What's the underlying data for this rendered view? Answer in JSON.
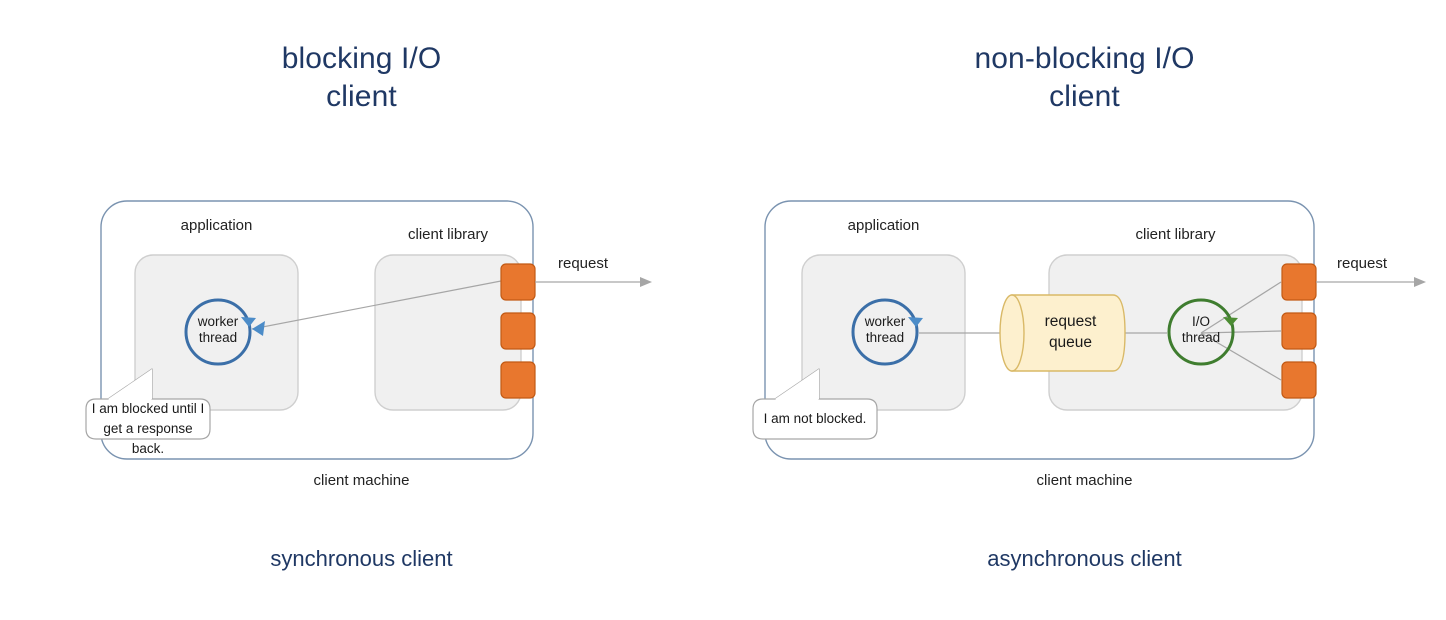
{
  "panels": [
    {
      "id": "blocking",
      "title": "blocking I/O\nclient",
      "caption": "synchronous client",
      "machine_label": "client machine",
      "application_label": "application",
      "library_label": "client library",
      "thread_label": "worker\nthread",
      "thread_color": "#3B6FA8",
      "request_label": "request",
      "callout_text": "I am blocked until I\nget a response back.",
      "queue": null,
      "io_thread": null,
      "sockets": 3,
      "socket_color": "#E8772E"
    },
    {
      "id": "non-blocking",
      "title": "non-blocking I/O\nclient",
      "caption": "asynchronous client",
      "machine_label": "client machine",
      "application_label": "application",
      "library_label": "client library",
      "thread_label": "worker\nthread",
      "thread_color": "#3B6FA8",
      "request_label": "request",
      "callout_text": "I am not blocked.",
      "queue": {
        "label": "request\nqueue",
        "fill": "#FDF0CE",
        "stroke": "#D9B967"
      },
      "io_thread": {
        "label": "I/O\nthread",
        "color": "#3F7D2F"
      },
      "sockets": 3,
      "socket_color": "#E8772E"
    }
  ],
  "colors": {
    "title": "#1F3864",
    "machine_border": "#7A93B0",
    "inner_fill": "#F0F0F0",
    "inner_stroke": "#CFCFCF",
    "connector": "#A6A6A6",
    "orange": "#E8772E",
    "orange_stroke": "#C25A14",
    "blue": "#3B6FA8",
    "blue_arrow": "#4C8CC8",
    "green": "#3F7D2F",
    "queue_fill": "#FDF0CE",
    "queue_stroke": "#D9B967",
    "bubble_stroke": "#A6A6A6"
  }
}
